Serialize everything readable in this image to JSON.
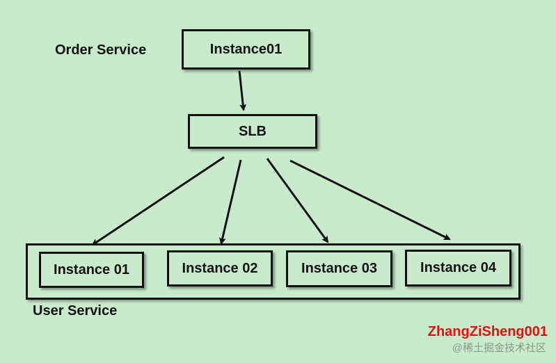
{
  "order_service": {
    "label": "Order Service",
    "instance": "Instance01"
  },
  "slb": {
    "label": "SLB"
  },
  "user_service": {
    "label": "User Service",
    "instances": [
      "Instance 01",
      "Instance 02",
      "Instance 03",
      "Instance 04"
    ]
  },
  "watermark": {
    "author": "ZhangZiSheng001",
    "site": "@稀土掘金技术社区"
  },
  "colors": {
    "background": "#c9ebcb",
    "stroke": "#111111",
    "watermark_red": "#e01010"
  }
}
